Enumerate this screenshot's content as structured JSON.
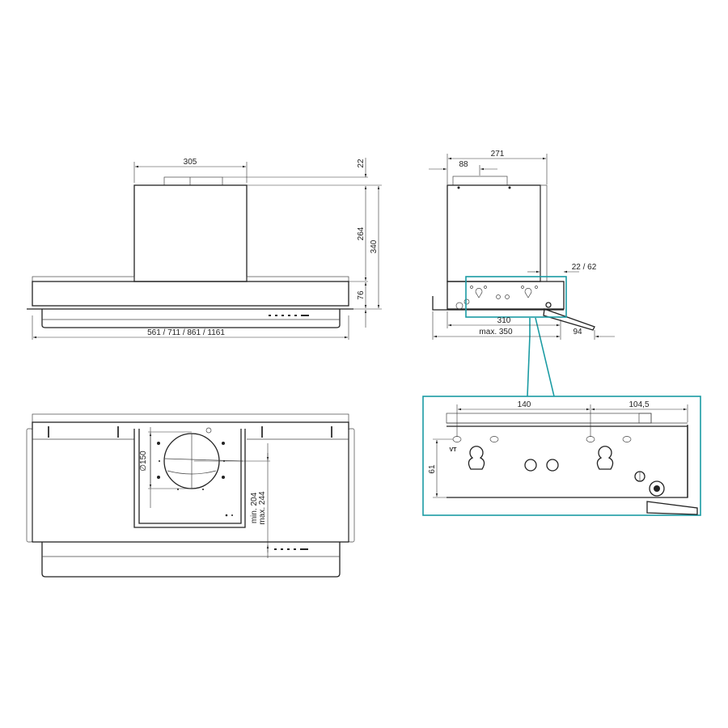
{
  "front_view": {
    "width_top": "305",
    "duct_height": "22",
    "body_height": "264",
    "total_height": "340",
    "lower_height": "76",
    "widths": "561 / 711 / 861 / 1161"
  },
  "side_view": {
    "depth": "271",
    "duct_offset": "88",
    "adjust": "22 / 62",
    "base_depth": "310",
    "max_depth": "max. 350",
    "handle": "94"
  },
  "bottom_view": {
    "duct_diameter": "∅150",
    "min_distance": "min. 204",
    "max_distance": "max. 244"
  },
  "detail_view": {
    "hole_spacing": "140",
    "end_distance": "104,5",
    "height": "61",
    "label": "VT"
  },
  "colors": {
    "accent": "#1a9ba3",
    "line": "#222222"
  }
}
